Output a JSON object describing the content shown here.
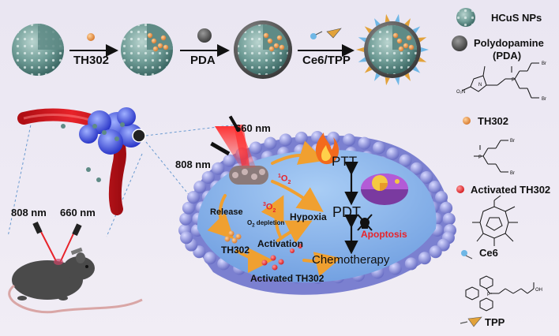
{
  "synthesis": {
    "step1": "TH302",
    "step2": "PDA",
    "step3": "Ce6/TPP"
  },
  "legend": {
    "hcus": "HCuS NPs",
    "pda_line1": "Polydopamine",
    "pda_line2": "(PDA)",
    "th302": "TH302",
    "activated": "Activated TH302",
    "ce6": "Ce6",
    "tpp": "TPP"
  },
  "mouse": {
    "laser1": "808 nm",
    "laser2": "660 nm"
  },
  "cell": {
    "laser_660": "660 nm",
    "laser_808": "808 nm",
    "singlet_o2": "1O2",
    "o2_3": "3O2",
    "release": "Release",
    "o2_depletion": "O2 depletion",
    "hypoxia": "Hypoxia",
    "activation": "Activation",
    "th302": "TH302",
    "activated_th302": "Activated TH302",
    "ptt": "PTT",
    "pdt": "PDT",
    "chemo": "Chemotherapy",
    "apoptosis": "Apoptosis"
  },
  "colors": {
    "red_accent": "#e8232a",
    "orange_particle": "#e8882a",
    "arrow_orange": "#f0a030",
    "membrane": "#8a8fd8",
    "cytoplasm": "#7fb0e8"
  }
}
